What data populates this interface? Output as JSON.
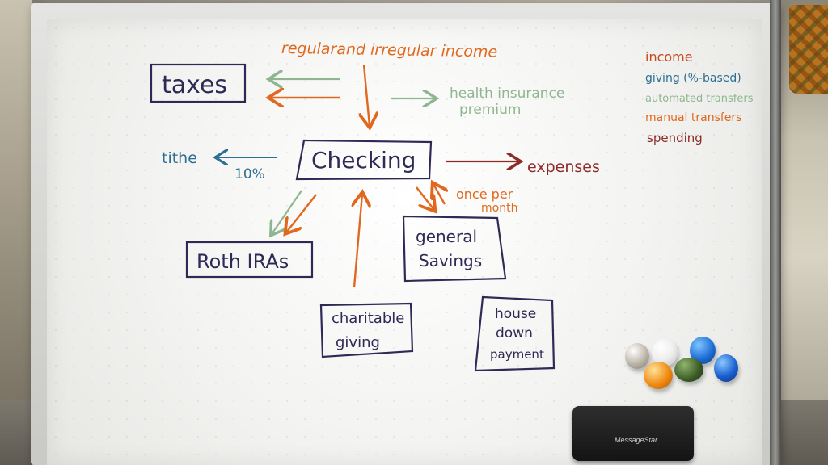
{
  "scene": {
    "description_colors": {
      "orange": "#e0691f",
      "maroon": "#8e2b2a",
      "blue": "#2d6e93",
      "green": "#8fb690",
      "navy": "#2d2a55"
    }
  },
  "whiteboard": {
    "income_header": "regularand irregular income",
    "nodes": {
      "taxes": "taxes",
      "checking": "Checking",
      "roth": "Roth IRAs",
      "savings_line1": "general",
      "savings_line2": "Savings",
      "charity_line1": "charitable",
      "charity_line2": "giving",
      "house_line1": "house",
      "house_line2": "down",
      "house_line3": "payment"
    },
    "labels": {
      "health_line1": "health insurance",
      "health_line2": "premium",
      "tithe": "tithe",
      "tithe_pct": "10%",
      "expenses": "expenses",
      "once_line1": "once per",
      "once_line2": "month"
    },
    "legend": [
      {
        "text": "income",
        "color": "#e0691f"
      },
      {
        "text": "giving (%-based)",
        "color": "#2d6e93"
      },
      {
        "text": "automated transfers",
        "color": "#8fb690"
      },
      {
        "text": "manual transfers",
        "color": "#e0691f"
      },
      {
        "text": "spending",
        "color": "#8e2b2a"
      }
    ]
  },
  "eraser": {
    "brand": "MessageStar"
  }
}
